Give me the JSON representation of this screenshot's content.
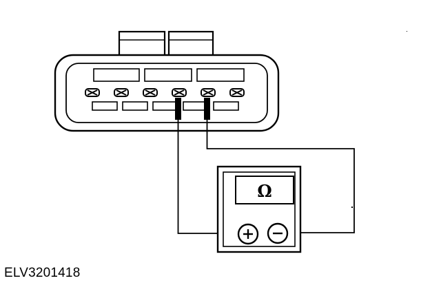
{
  "figure_code": "ELV3201418",
  "meter": {
    "display_symbol": "Ω",
    "positive_terminal_label": "+",
    "negative_terminal_label": "−"
  },
  "connector": {
    "terminal_count": 6
  },
  "colors": {
    "line": "#000000",
    "background": "#ffffff"
  }
}
